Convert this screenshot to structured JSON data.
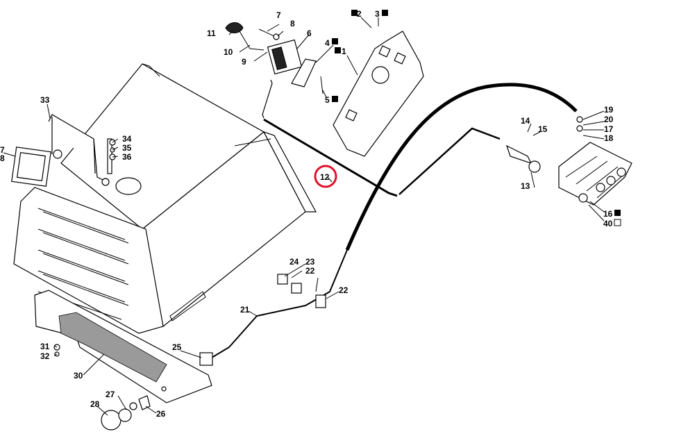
{
  "diagram": {
    "highlight": {
      "ref": "12",
      "color": "#e0102a"
    },
    "callouts": [
      {
        "id": "c2",
        "text": "2",
        "marked": true
      },
      {
        "id": "c3",
        "text": "3",
        "marked": true
      },
      {
        "id": "c1",
        "text": "1",
        "marked": true
      },
      {
        "id": "c4",
        "text": "4",
        "marked": true
      },
      {
        "id": "c5",
        "text": "5",
        "marked": true
      },
      {
        "id": "c6",
        "text": "6",
        "marked": false
      },
      {
        "id": "c7",
        "text": "7",
        "marked": false
      },
      {
        "id": "c8",
        "text": "8",
        "marked": false
      },
      {
        "id": "c9",
        "text": "9",
        "marked": false
      },
      {
        "id": "c10",
        "text": "10",
        "marked": false
      },
      {
        "id": "c11",
        "text": "11",
        "marked": false
      },
      {
        "id": "c12",
        "text": "12",
        "marked": false
      },
      {
        "id": "c13",
        "text": "13",
        "marked": false
      },
      {
        "id": "c14",
        "text": "14",
        "marked": false
      },
      {
        "id": "c15",
        "text": "15",
        "marked": false
      },
      {
        "id": "c16",
        "text": "16",
        "marked": true
      },
      {
        "id": "c17",
        "text": "17",
        "marked": false
      },
      {
        "id": "c18",
        "text": "18",
        "marked": false
      },
      {
        "id": "c19",
        "text": "19",
        "marked": false
      },
      {
        "id": "c20",
        "text": "20",
        "marked": false
      },
      {
        "id": "c21",
        "text": "21",
        "marked": false
      },
      {
        "id": "c22a",
        "text": "22",
        "marked": false
      },
      {
        "id": "c22b",
        "text": "22",
        "marked": false
      },
      {
        "id": "c23",
        "text": "23",
        "marked": false
      },
      {
        "id": "c24",
        "text": "24",
        "marked": false
      },
      {
        "id": "c25",
        "text": "25",
        "marked": false
      },
      {
        "id": "c26",
        "text": "26",
        "marked": false
      },
      {
        "id": "c27",
        "text": "27",
        "marked": false
      },
      {
        "id": "c28",
        "text": "28",
        "marked": false
      },
      {
        "id": "c30",
        "text": "30",
        "marked": false
      },
      {
        "id": "c31",
        "text": "31",
        "marked": false
      },
      {
        "id": "c32",
        "text": "32",
        "marked": false
      },
      {
        "id": "c33",
        "text": "33",
        "marked": false
      },
      {
        "id": "c34",
        "text": "34",
        "marked": false
      },
      {
        "id": "c35",
        "text": "35",
        "marked": false
      },
      {
        "id": "c36",
        "text": "36",
        "marked": false
      },
      {
        "id": "c40",
        "text": "40",
        "marked": false,
        "open_box": true
      },
      {
        "id": "c7l",
        "text": "7",
        "marked": false
      },
      {
        "id": "c8l",
        "text": "8",
        "marked": false
      }
    ]
  }
}
